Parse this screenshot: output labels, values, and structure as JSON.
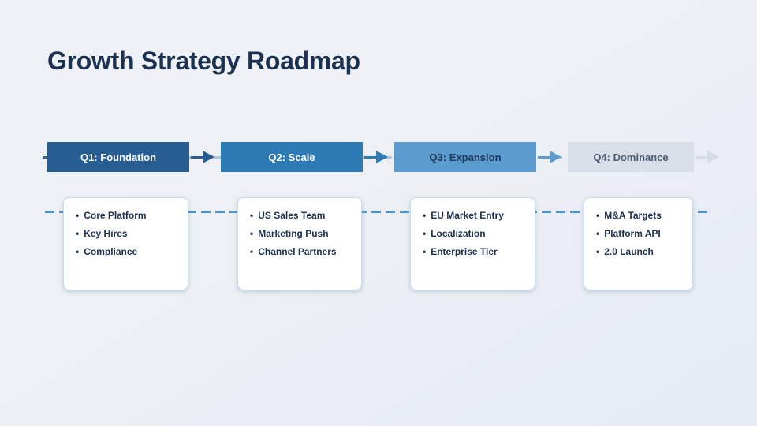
{
  "slide": {
    "title": "Growth Strategy Roadmap"
  },
  "bullet": "•",
  "phases": [
    {
      "label": "Q1: Foundation",
      "box_color": "#275d91",
      "label_color": "#ffffff",
      "arrow_color": "#275d91",
      "items": [
        "Core Platform",
        "Key Hires",
        "Compliance"
      ]
    },
    {
      "label": "Q2: Scale",
      "box_color": "#2e7ab5",
      "label_color": "#ffffff",
      "arrow_color": "#2e7ab5",
      "items": [
        "US Sales Team",
        "Marketing Push",
        "Channel Partners"
      ]
    },
    {
      "label": "Q3: Expansion",
      "box_color": "#5b9bce",
      "label_color": "#21395a",
      "arrow_color": "#5b9bce",
      "items": [
        "EU Market Entry",
        "Localization",
        "Enterprise Tier"
      ]
    },
    {
      "label": "Q4: Dominance",
      "box_color": "#d9dee8",
      "label_color": "#4d5e76",
      "arrow_color": "#d6dce6",
      "items": [
        "M&A Targets",
        "Platform API",
        "2.0 Launch"
      ]
    }
  ],
  "colors": {
    "background_start": "#eff2f6",
    "background_end": "#e6ebf2",
    "title_text": "#1c3150",
    "item_text": "#1c3150",
    "timeline_dash": "#4f94c9",
    "header_underlay_dash": "#a9c4dc",
    "card_background": "#ffffff",
    "card_border": "#ccdbeb"
  }
}
